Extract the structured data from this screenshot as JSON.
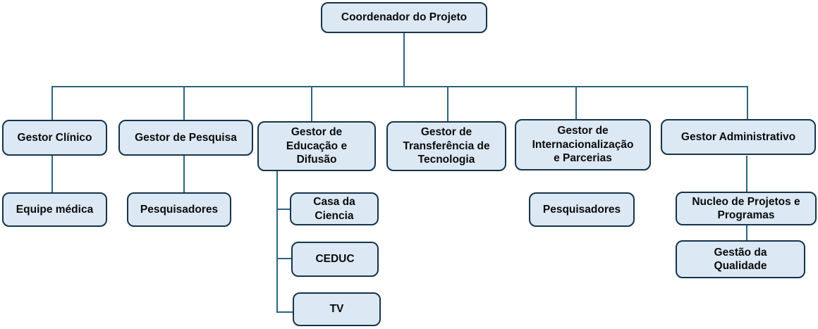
{
  "diagram": {
    "type": "org-chart"
  },
  "colors": {
    "node_fill": "#dce8f4",
    "node_border": "#16344a",
    "connector": "#2f637e",
    "text": "#0b0b0b",
    "background": "#ffffff"
  },
  "nodes": {
    "coordenador": {
      "label": "Coordenador do Projeto",
      "level": 1
    },
    "clinico": {
      "label": "Gestor Clínico",
      "level": 2,
      "reports_to": "coordenador"
    },
    "pesquisa": {
      "label": "Gestor de Pesquisa",
      "level": 2,
      "reports_to": "coordenador"
    },
    "educacao": {
      "label": "Gestor de\nEducação e\nDifusão",
      "level": 2,
      "reports_to": "coordenador"
    },
    "transferencia": {
      "label": "Gestor de\nTransferência de\nTecnologia",
      "level": 2,
      "reports_to": "coordenador"
    },
    "internacionalizacao": {
      "label": "Gestor de\nInternacionalização\ne Parcerias",
      "level": 2,
      "reports_to": "coordenador"
    },
    "administrativo": {
      "label": "Gestor Administrativo",
      "level": 2,
      "reports_to": "coordenador"
    },
    "equipe_medica": {
      "label": "Equipe médica",
      "level": 3,
      "reports_to": "clinico"
    },
    "pesquisadores_pesquisa": {
      "label": "Pesquisadores",
      "level": 3,
      "reports_to": "pesquisa"
    },
    "casa_da_ciencia": {
      "label": "Casa da\nCiencia",
      "level": 3,
      "reports_to": "educacao"
    },
    "ceduc": {
      "label": "CEDUC",
      "level": 3,
      "reports_to": "educacao"
    },
    "tv": {
      "label": "TV",
      "level": 3,
      "reports_to": "educacao"
    },
    "pesquisadores_internacionalizacao": {
      "label": "Pesquisadores",
      "level": 3,
      "reports_to": "internacionalizacao"
    },
    "nucleo": {
      "label": "Nucleo de Projetos e\nProgramas",
      "level": 3,
      "reports_to": "administrativo"
    },
    "gestao_qualidade": {
      "label": "Gestão da\nQualidade",
      "level": 4,
      "reports_to": "nucleo"
    }
  }
}
